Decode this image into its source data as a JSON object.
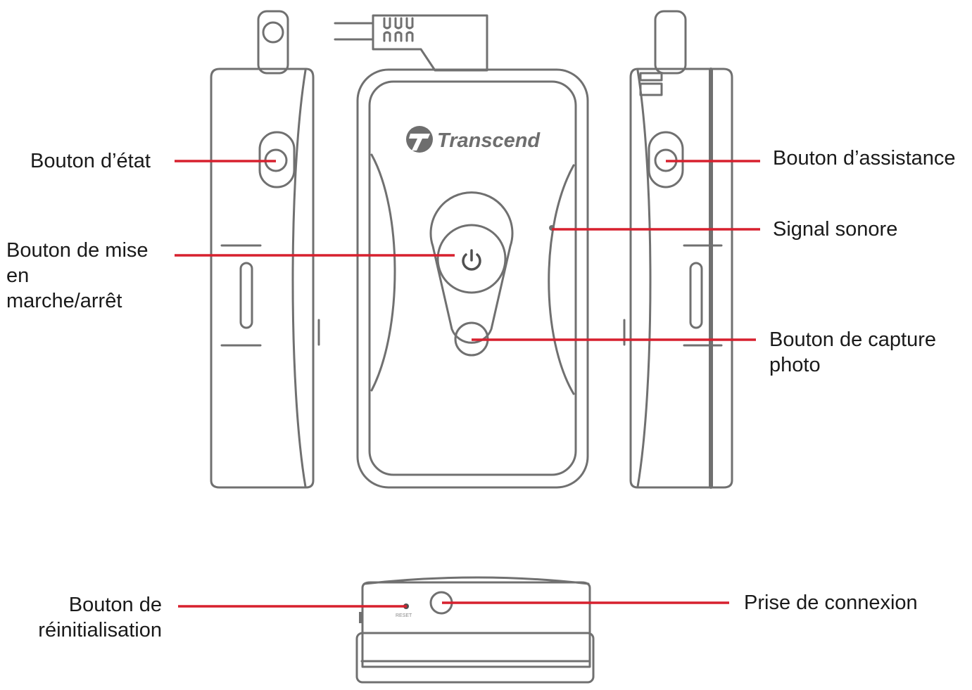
{
  "diagram": {
    "brand": "Transcend",
    "reset_marking": "RESET",
    "leader_color": "#d7202e",
    "outline_color": "#707070",
    "labels": {
      "status_button": "Bouton d’état",
      "power_button": "Bouton de mise\nen\nmarche/arrêt",
      "reset_button": "Bouton de\nréinitialisation",
      "assist_button": "Bouton d’assistance",
      "buzzer": "Signal sonore",
      "capture_button": "Bouton de capture\nphoto",
      "connector": "Prise de connexion"
    }
  }
}
